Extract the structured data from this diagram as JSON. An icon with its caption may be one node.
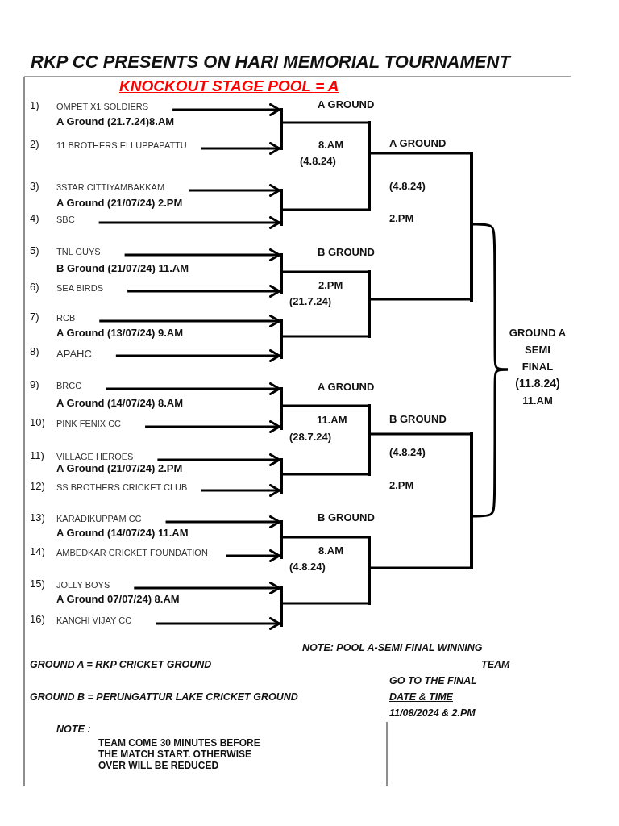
{
  "diagram": {
    "title": "RKP CC PRESENTS ON HARI MEMORIAL TOURNAMENT",
    "nodes": [
      {
        "text": [
          "OMPET X1 SOLDIERS"
        ],
        "beside": [
          "1)"
        ]
      },
      {
        "text": [
          "11 BROTHERS ELLUPPAPATTU"
        ],
        "beside": [
          "2)"
        ]
      },
      {
        "text": [
          "3STAR CITTIYAMBAKKAM"
        ],
        "beside": [
          "3)"
        ]
      },
      {
        "text": [
          "SBC"
        ],
        "beside": [
          "4)"
        ]
      },
      {
        "text": [
          "TNL GUYS"
        ],
        "beside": [
          "5)"
        ]
      },
      {
        "text": [
          "SEA BIRDS"
        ],
        "beside": [
          "6)"
        ]
      },
      {
        "text": [
          "RCB"
        ],
        "beside": [
          "7)"
        ]
      },
      {
        "text": [
          "APAHC"
        ],
        "beside": [
          "8)"
        ]
      },
      {
        "text": [
          "BRCC"
        ],
        "beside": [
          "9)"
        ]
      },
      {
        "text": [
          "PINK FENIX CC"
        ],
        "beside": [
          "10)"
        ]
      },
      {
        "text": [
          "VILLAGE HEROES"
        ],
        "beside": [
          "11)"
        ]
      },
      {
        "text": [
          "SS BROTHERS CRICKET CLUB"
        ],
        "beside": [
          "12)"
        ]
      },
      {
        "text": [
          "KARADIKUPPAM CC"
        ],
        "beside": [
          "13)"
        ]
      },
      {
        "text": [
          "AMBEDKAR CRICKET FOUNDATION"
        ],
        "beside": [
          "14)"
        ]
      },
      {
        "text": [
          "JOLLY BOYS"
        ],
        "beside": [
          "15)"
        ]
      },
      {
        "text": [
          "KANCHI VIJAY CC"
        ],
        "beside": [
          "16)"
        ]
      },
      {
        "text": [],
        "shape": "bar"
      },
      {
        "text": [],
        "shape": "bar"
      },
      {
        "text": [],
        "shape": "bar"
      },
      {
        "text": [],
        "shape": "bar"
      },
      {
        "text": [],
        "shape": "bar"
      },
      {
        "text": [],
        "shape": "bar"
      },
      {
        "text": [],
        "shape": "bar"
      },
      {
        "text": [],
        "shape": "bar"
      },
      {
        "text": [],
        "shape": "bar",
        "beside": [
          "A GROUND",
          "8.AM",
          "(4.8.24)"
        ]
      },
      {
        "text": [],
        "shape": "bar",
        "beside": [
          "B GROUND",
          "2.PM",
          "(21.7.24)"
        ]
      },
      {
        "text": [],
        "shape": "bar",
        "beside": [
          "A GROUND",
          "11.AM",
          "(28.7.24)"
        ]
      },
      {
        "text": [],
        "shape": "bar",
        "beside": [
          "B GROUND",
          "8.AM",
          "(4.8.24)"
        ]
      },
      {
        "text": [],
        "shape": "bar",
        "beside": [
          "A GROUND",
          "(4.8.24)",
          "2.PM"
        ]
      },
      {
        "text": [],
        "shape": "bar",
        "beside": [
          "B GROUND",
          "(4.8.24)",
          "2.PM"
        ]
      },
      {
        "text": [
          "GROUND A",
          "SEMI FINAL",
          "(11.8.24)",
          "11.AM"
        ]
      }
    ],
    "edges": [
      {
        "from": 0,
        "to": 16,
        "arrow": "to"
      },
      {
        "from": 1,
        "to": 16,
        "arrow": "to"
      },
      {
        "from": 2,
        "to": 17,
        "arrow": "to"
      },
      {
        "from": 3,
        "to": 17,
        "arrow": "to"
      },
      {
        "from": 4,
        "to": 18,
        "arrow": "to"
      },
      {
        "from": 5,
        "to": 18,
        "arrow": "to"
      },
      {
        "from": 6,
        "to": 19,
        "arrow": "to"
      },
      {
        "from": 7,
        "to": 19,
        "arrow": "to"
      },
      {
        "from": 8,
        "to": 20,
        "arrow": "to"
      },
      {
        "from": 9,
        "to": 20,
        "arrow": "to"
      },
      {
        "from": 10,
        "to": 21,
        "arrow": "to"
      },
      {
        "from": 11,
        "to": 21,
        "arrow": "to"
      },
      {
        "from": 12,
        "to": 22,
        "arrow": "to"
      },
      {
        "from": 13,
        "to": 22,
        "arrow": "to"
      },
      {
        "from": 14,
        "to": 23,
        "arrow": "to"
      },
      {
        "from": 15,
        "to": 23,
        "arrow": "to"
      },
      {
        "from": 16,
        "to": 24,
        "arrow": "none"
      },
      {
        "from": 17,
        "to": 24,
        "arrow": "none"
      },
      {
        "from": 18,
        "to": 25,
        "arrow": "none"
      },
      {
        "from": 19,
        "to": 25,
        "arrow": "none"
      },
      {
        "from": 20,
        "to": 26,
        "arrow": "none"
      },
      {
        "from": 21,
        "to": 26,
        "arrow": "none"
      },
      {
        "from": 22,
        "to": 27,
        "arrow": "none"
      },
      {
        "from": 23,
        "to": 27,
        "arrow": "none"
      },
      {
        "from": 24,
        "to": 28,
        "arrow": "none"
      },
      {
        "from": 25,
        "to": 28,
        "arrow": "none"
      },
      {
        "from": 26,
        "to": 29,
        "arrow": "none"
      },
      {
        "from": 27,
        "to": 29,
        "arrow": "none"
      },
      {
        "from": 28,
        "to": 30,
        "arrow": "none"
      },
      {
        "from": 29,
        "to": 30,
        "arrow": "none"
      }
    ],
    "labels": [
      "KNOCKOUT STAGE POOL = A",
      "A Ground (21.7.24)8.AM",
      "A Ground (21/07/24) 2.PM",
      "B Ground (21/07/24) 11.AM",
      "A Ground (13/07/24) 9.AM",
      "A Ground (14/07/24) 8.AM",
      "A Ground (21/07/24) 2.PM",
      "A Ground (14/07/24) 11.AM",
      "A Ground 07/07/24) 8.AM",
      "NOTE: POOL A-SEMI FINAL WINNING",
      "GROUND A = RKP CRICKET GROUND",
      "TEAM",
      "GO TO THE FINAL",
      "GROUND B = PERUNGATTUR LAKE CRICKET GROUND",
      "DATE & TIME",
      "11/08/2024 & 2.PM",
      "NOTE :",
      "TEAM COME 30 MINUTES BEFORE THE MATCH START. OTHERWISE OVER WILL BE REDUCED"
    ]
  }
}
